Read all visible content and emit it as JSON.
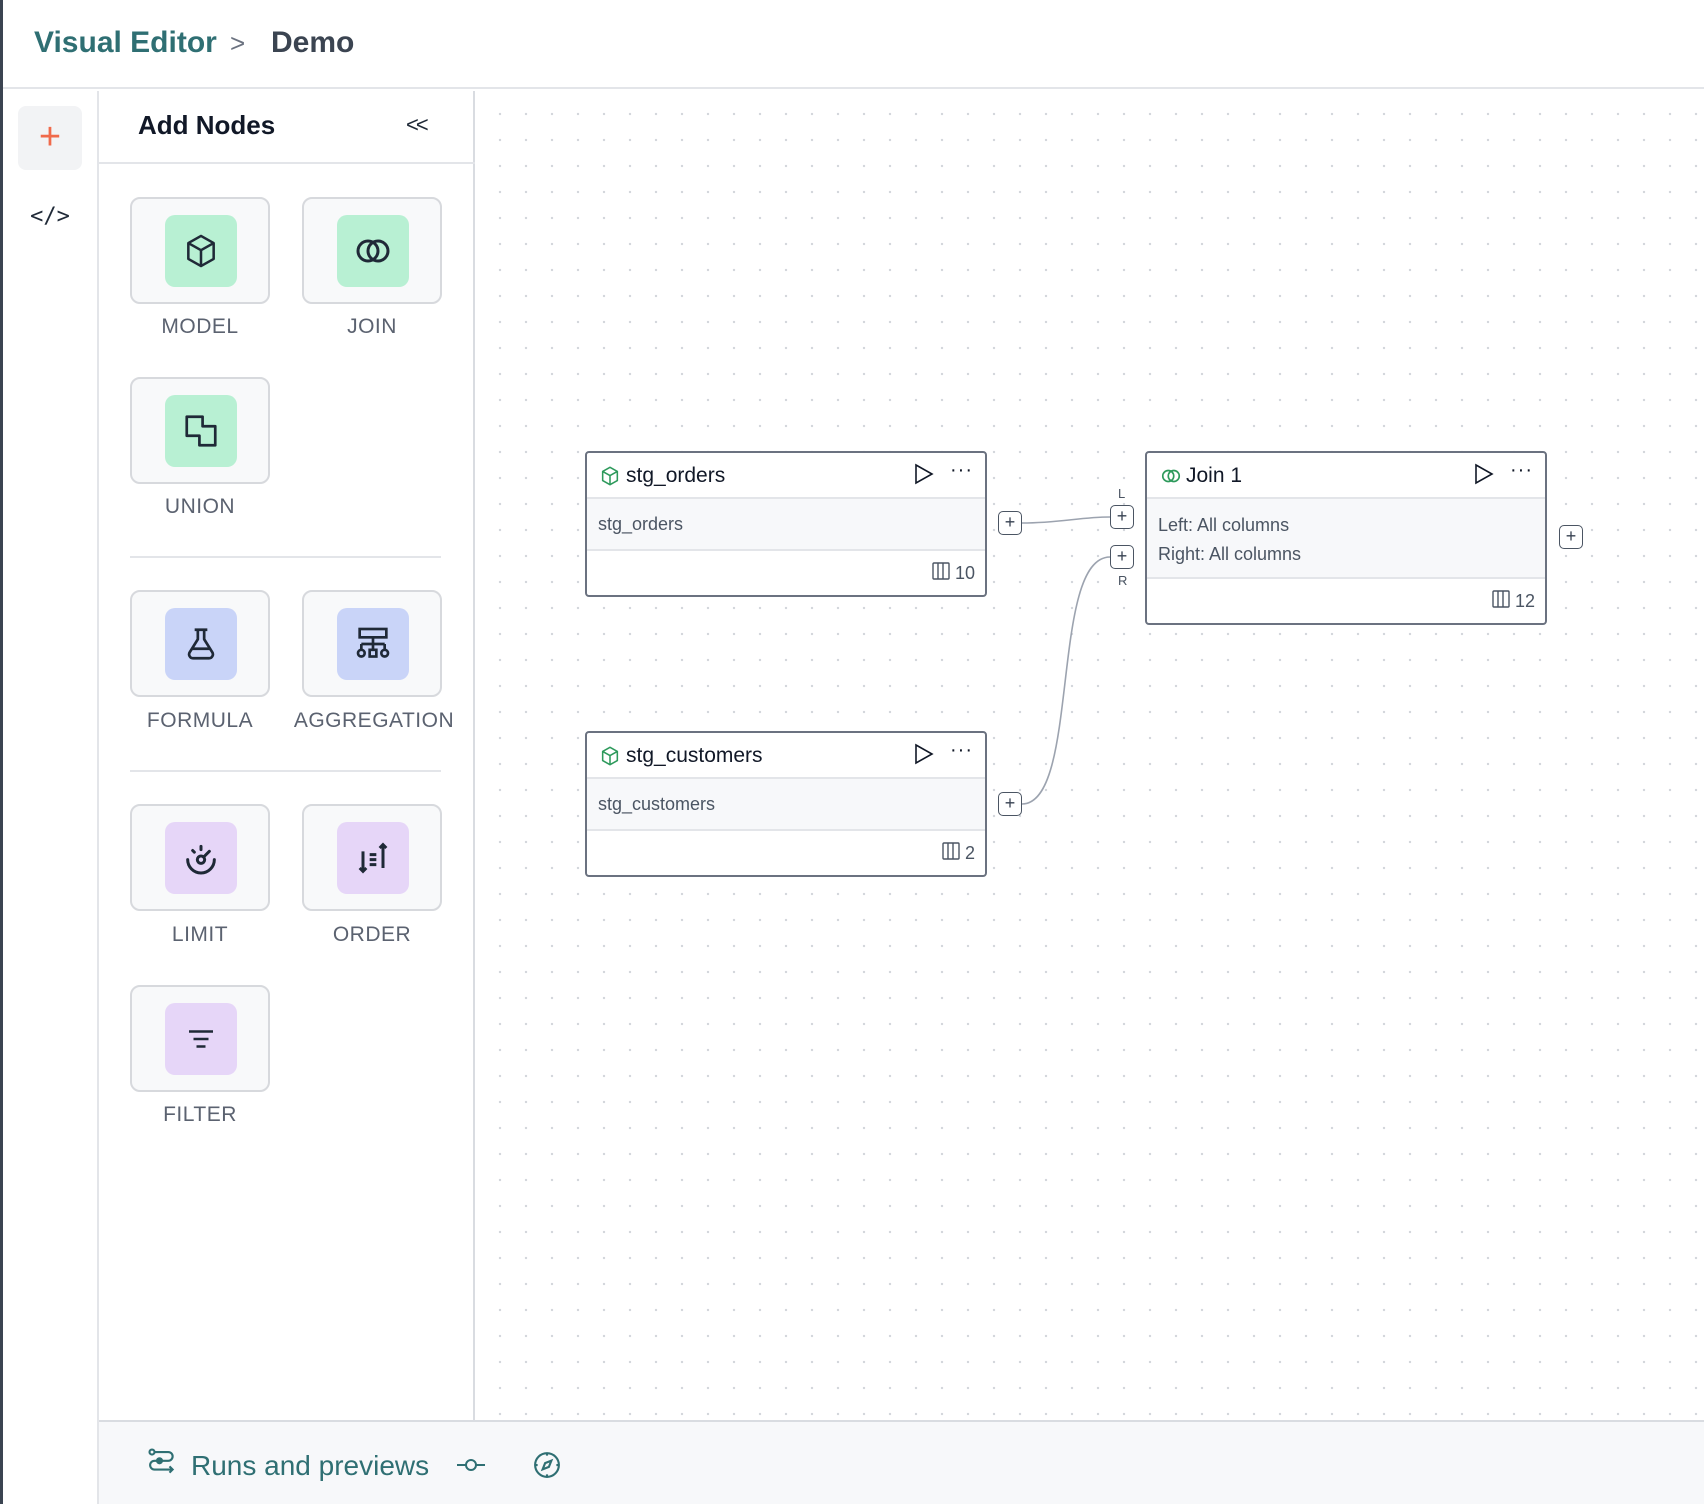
{
  "header": {
    "breadcrumb_root": "Visual Editor",
    "separator": ">",
    "breadcrumb_current": "Demo"
  },
  "rail": {
    "add_icon": "plus-icon",
    "code_icon": "code-icon",
    "code_label": "</>"
  },
  "panel": {
    "title": "Add Nodes",
    "collapse_label": "<<",
    "nodes": [
      {
        "label": "MODEL",
        "icon": "cube-icon",
        "color": "#b8f0d3"
      },
      {
        "label": "JOIN",
        "icon": "join-icon",
        "color": "#b8f0d3"
      },
      {
        "label": "UNION",
        "icon": "union-icon",
        "color": "#b8f0d3"
      },
      {
        "label": "FORMULA",
        "icon": "flask-icon",
        "color": "#c9d4f8"
      },
      {
        "label": "AGGREGATION",
        "icon": "hierarchy-icon",
        "color": "#c9d4f8"
      },
      {
        "label": "LIMIT",
        "icon": "gauge-icon",
        "color": "#e6d6f8"
      },
      {
        "label": "ORDER",
        "icon": "sort-icon",
        "color": "#e6d6f8"
      },
      {
        "label": "FILTER",
        "icon": "filter-lines-icon",
        "color": "#e6d6f8"
      }
    ]
  },
  "canvas": {
    "nodes": [
      {
        "title": "stg_orders",
        "body": [
          "stg_orders"
        ],
        "columns": "10"
      },
      {
        "title": "stg_customers",
        "body": [
          "stg_customers"
        ],
        "columns": "2"
      },
      {
        "title": "Join 1",
        "body": [
          "Left: All columns",
          "Right: All columns"
        ],
        "columns": "12"
      }
    ],
    "port_left_label": "L",
    "port_right_label": "R",
    "more_label": "···"
  },
  "bottom": {
    "runs_label": "Runs and previews"
  },
  "colors": {
    "brand": "#2f6f73",
    "accent": "#f06a4b",
    "node_icon": "#2e9a5c"
  }
}
